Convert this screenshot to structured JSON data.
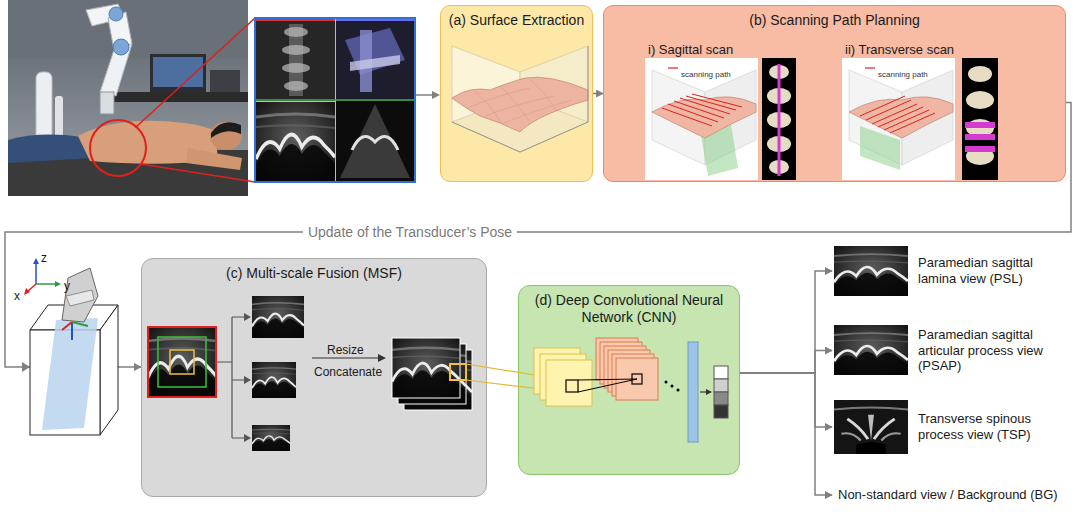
{
  "diagram": {
    "nodes": [
      {
        "text": [
          "(a) Surface Extraction"
        ]
      },
      {
        "text": [
          "(b) Scanning Path Planning"
        ]
      },
      {
        "text": [
          "(c) Multi-scale Fusion (MSF)"
        ]
      },
      {
        "text": [
          "(d) Deep Convolutional Neural Network (CNN)"
        ]
      },
      {
        "text": [
          "Paramedian sagittal lamina view (PSL)"
        ]
      },
      {
        "text": [
          "Paramedian sagittal articular process view (PSAP)"
        ]
      },
      {
        "text": [
          "Transverse spinous process view (TSP)"
        ]
      },
      {
        "text": [
          "Non-standard view / Background (BG)"
        ]
      }
    ],
    "edges": [
      {
        "from": 0,
        "to": 1,
        "arrow": "to"
      },
      {
        "from": 1,
        "to": 2,
        "arrow": "to",
        "label": "Update of the Transducer’s Pose"
      },
      {
        "from": 3,
        "to": 4,
        "arrow": "to"
      },
      {
        "from": 3,
        "to": 5,
        "arrow": "to"
      },
      {
        "from": 3,
        "to": 6,
        "arrow": "to"
      },
      {
        "from": 3,
        "to": 7,
        "arrow": "to"
      }
    ],
    "labels": [
      "i) Sagittal scan",
      "ii) Transverse scan",
      "x",
      "y",
      "z",
      "Resize",
      "Concatenate"
    ],
    "legend": [
      {
        "text": "scanning path"
      },
      {
        "text": "scanning path"
      }
    ]
  }
}
